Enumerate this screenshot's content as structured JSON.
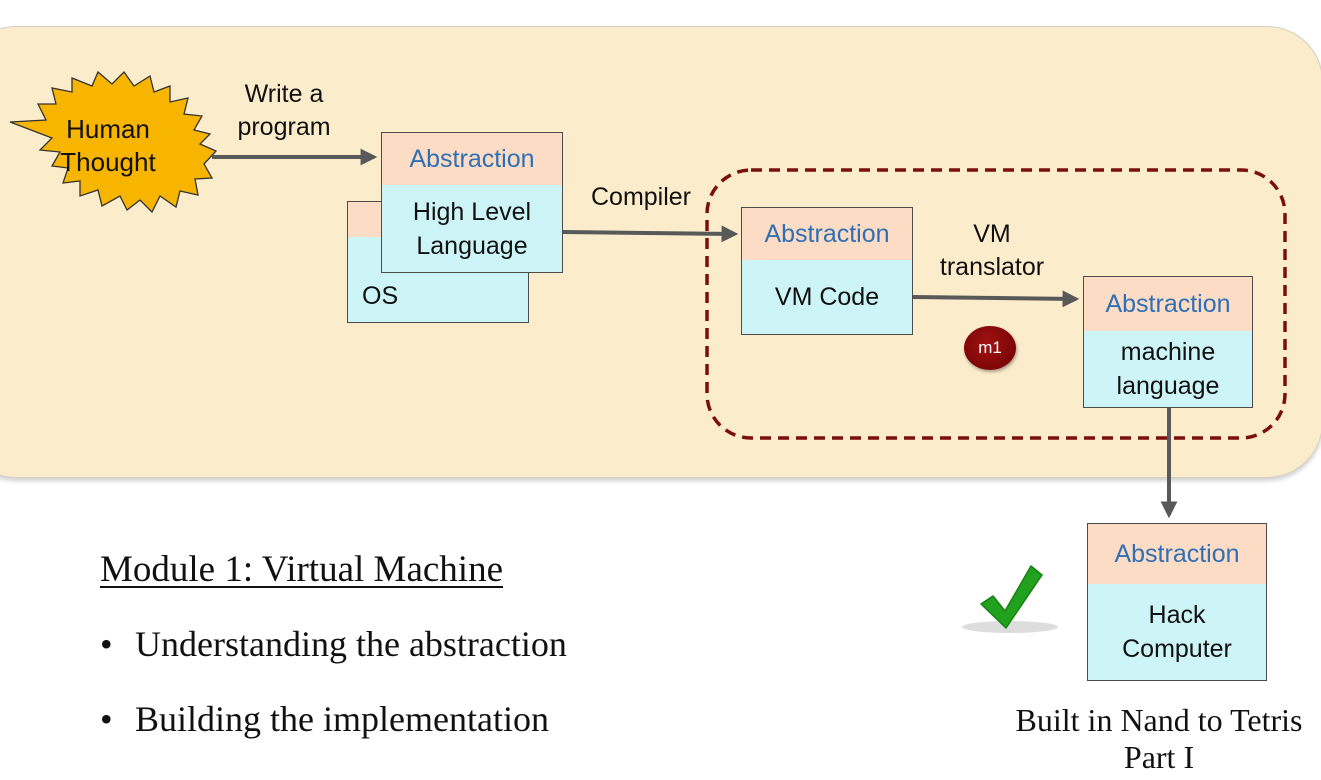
{
  "human_thought": "Human Thought",
  "edges": {
    "write_program": "Write a program",
    "compiler": "Compiler",
    "vm_translator": "VM translator"
  },
  "abstraction_label": "Abstraction",
  "boxes": {
    "high_level": "High Level Language",
    "os": "OS",
    "vm_code": "VM Code",
    "machine_language": "machine language",
    "hack_computer": "Hack Computer"
  },
  "module_badge": "m1",
  "module": {
    "title": "Module 1: Virtual Machine",
    "bullets": [
      "Understanding the abstraction",
      "Building the implementation"
    ]
  },
  "footer_note": "Built in Nand to Tetris Part I",
  "colors": {
    "panel": "#fbeccc",
    "abstraction_header": "#fcdcc4",
    "abstraction_text": "#2e6fb5",
    "body": "#cdf4f6",
    "dashed_boundary": "#7a0f0f",
    "arrow": "#595959",
    "burst": "#f7b500",
    "check": "#22a11e"
  }
}
